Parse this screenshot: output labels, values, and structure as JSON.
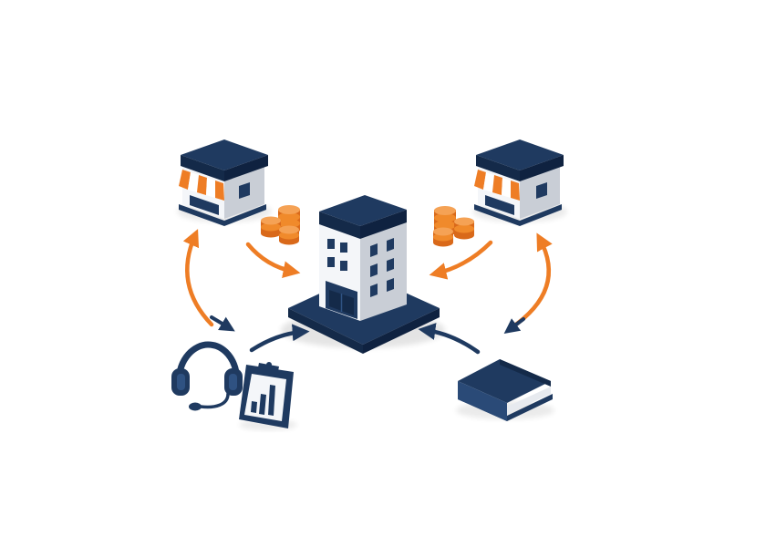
{
  "colors": {
    "navy": "#1f3a60",
    "navy_dark": "#142a49",
    "orange": "#ee7d25",
    "white": "#f4f6f9",
    "gray": "#c9ced6",
    "coin": "#f08a2b"
  },
  "icons": [
    "central-office-building-icon",
    "store-left-icon",
    "store-right-icon",
    "coin-stack-left-icon",
    "coin-stack-right-icon",
    "headset-icon",
    "clipboard-chart-icon",
    "book-icon"
  ],
  "arrows": [
    {
      "name": "arrow-coins-left-to-hub",
      "color": "orange"
    },
    {
      "name": "arrow-coins-right-to-hub",
      "color": "orange"
    },
    {
      "name": "arrow-left-store-support-loop",
      "color": "orange"
    },
    {
      "name": "arrow-right-store-book-loop",
      "color": "orange"
    },
    {
      "name": "arrow-support-to-hub",
      "color": "navy"
    },
    {
      "name": "arrow-book-to-hub",
      "color": "navy"
    }
  ]
}
